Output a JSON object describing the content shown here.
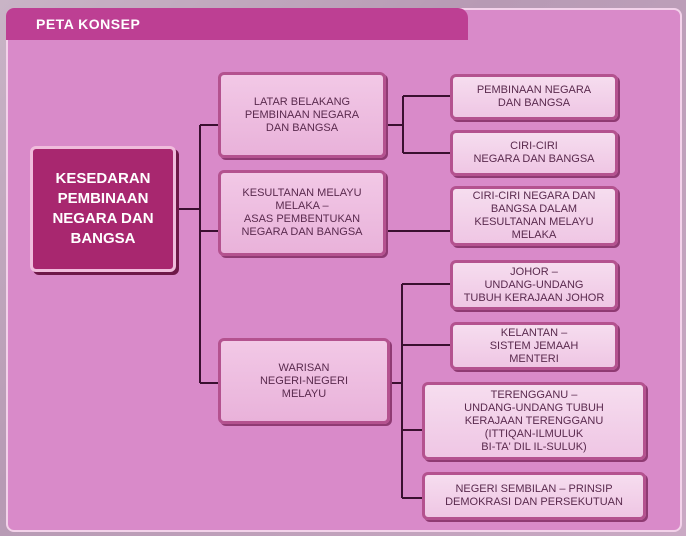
{
  "header": {
    "title": "PETA KONSEP"
  },
  "root": {
    "lines": [
      "KESEDARAN",
      "PEMBINAAN",
      "NEGARA DAN",
      "BANGSA"
    ]
  },
  "mid": [
    {
      "lines": [
        "LATAR BELAKANG",
        "PEMBINAAN NEGARA",
        "DAN BANGSA"
      ]
    },
    {
      "lines": [
        "KESULTANAN MELAYU",
        "MELAKA –",
        "ASAS PEMBENTUKAN",
        "NEGARA DAN BANGSA"
      ]
    },
    {
      "lines": [
        "WARISAN",
        "NEGERI-NEGERI",
        "MELAYU"
      ]
    }
  ],
  "leaf": [
    {
      "lines": [
        "PEMBINAAN NEGARA",
        "DAN BANGSA"
      ]
    },
    {
      "lines": [
        "CIRI-CIRI",
        "NEGARA DAN BANGSA"
      ]
    },
    {
      "lines": [
        "CIRI-CIRI NEGARA DAN",
        "BANGSA DALAM",
        "KESULTANAN MELAYU",
        "MELAKA"
      ]
    },
    {
      "lines": [
        "JOHOR –",
        "UNDANG-UNDANG",
        "TUBUH KERAJAAN JOHOR"
      ]
    },
    {
      "lines": [
        "KELANTAN –",
        "SISTEM JEMAAH",
        "MENTERI"
      ]
    },
    {
      "lines": [
        "TERENGGANU –",
        "UNDANG-UNDANG TUBUH",
        "KERAJAAN TERENGGANU",
        "(ITTIQAN-ILMULUK",
        "BI-TA' DIL IL-SULUK)"
      ]
    },
    {
      "lines": [
        "NEGERI SEMBILAN – PRINSIP",
        "DEMOKRASI DAN PERSEKUTUAN"
      ]
    }
  ]
}
